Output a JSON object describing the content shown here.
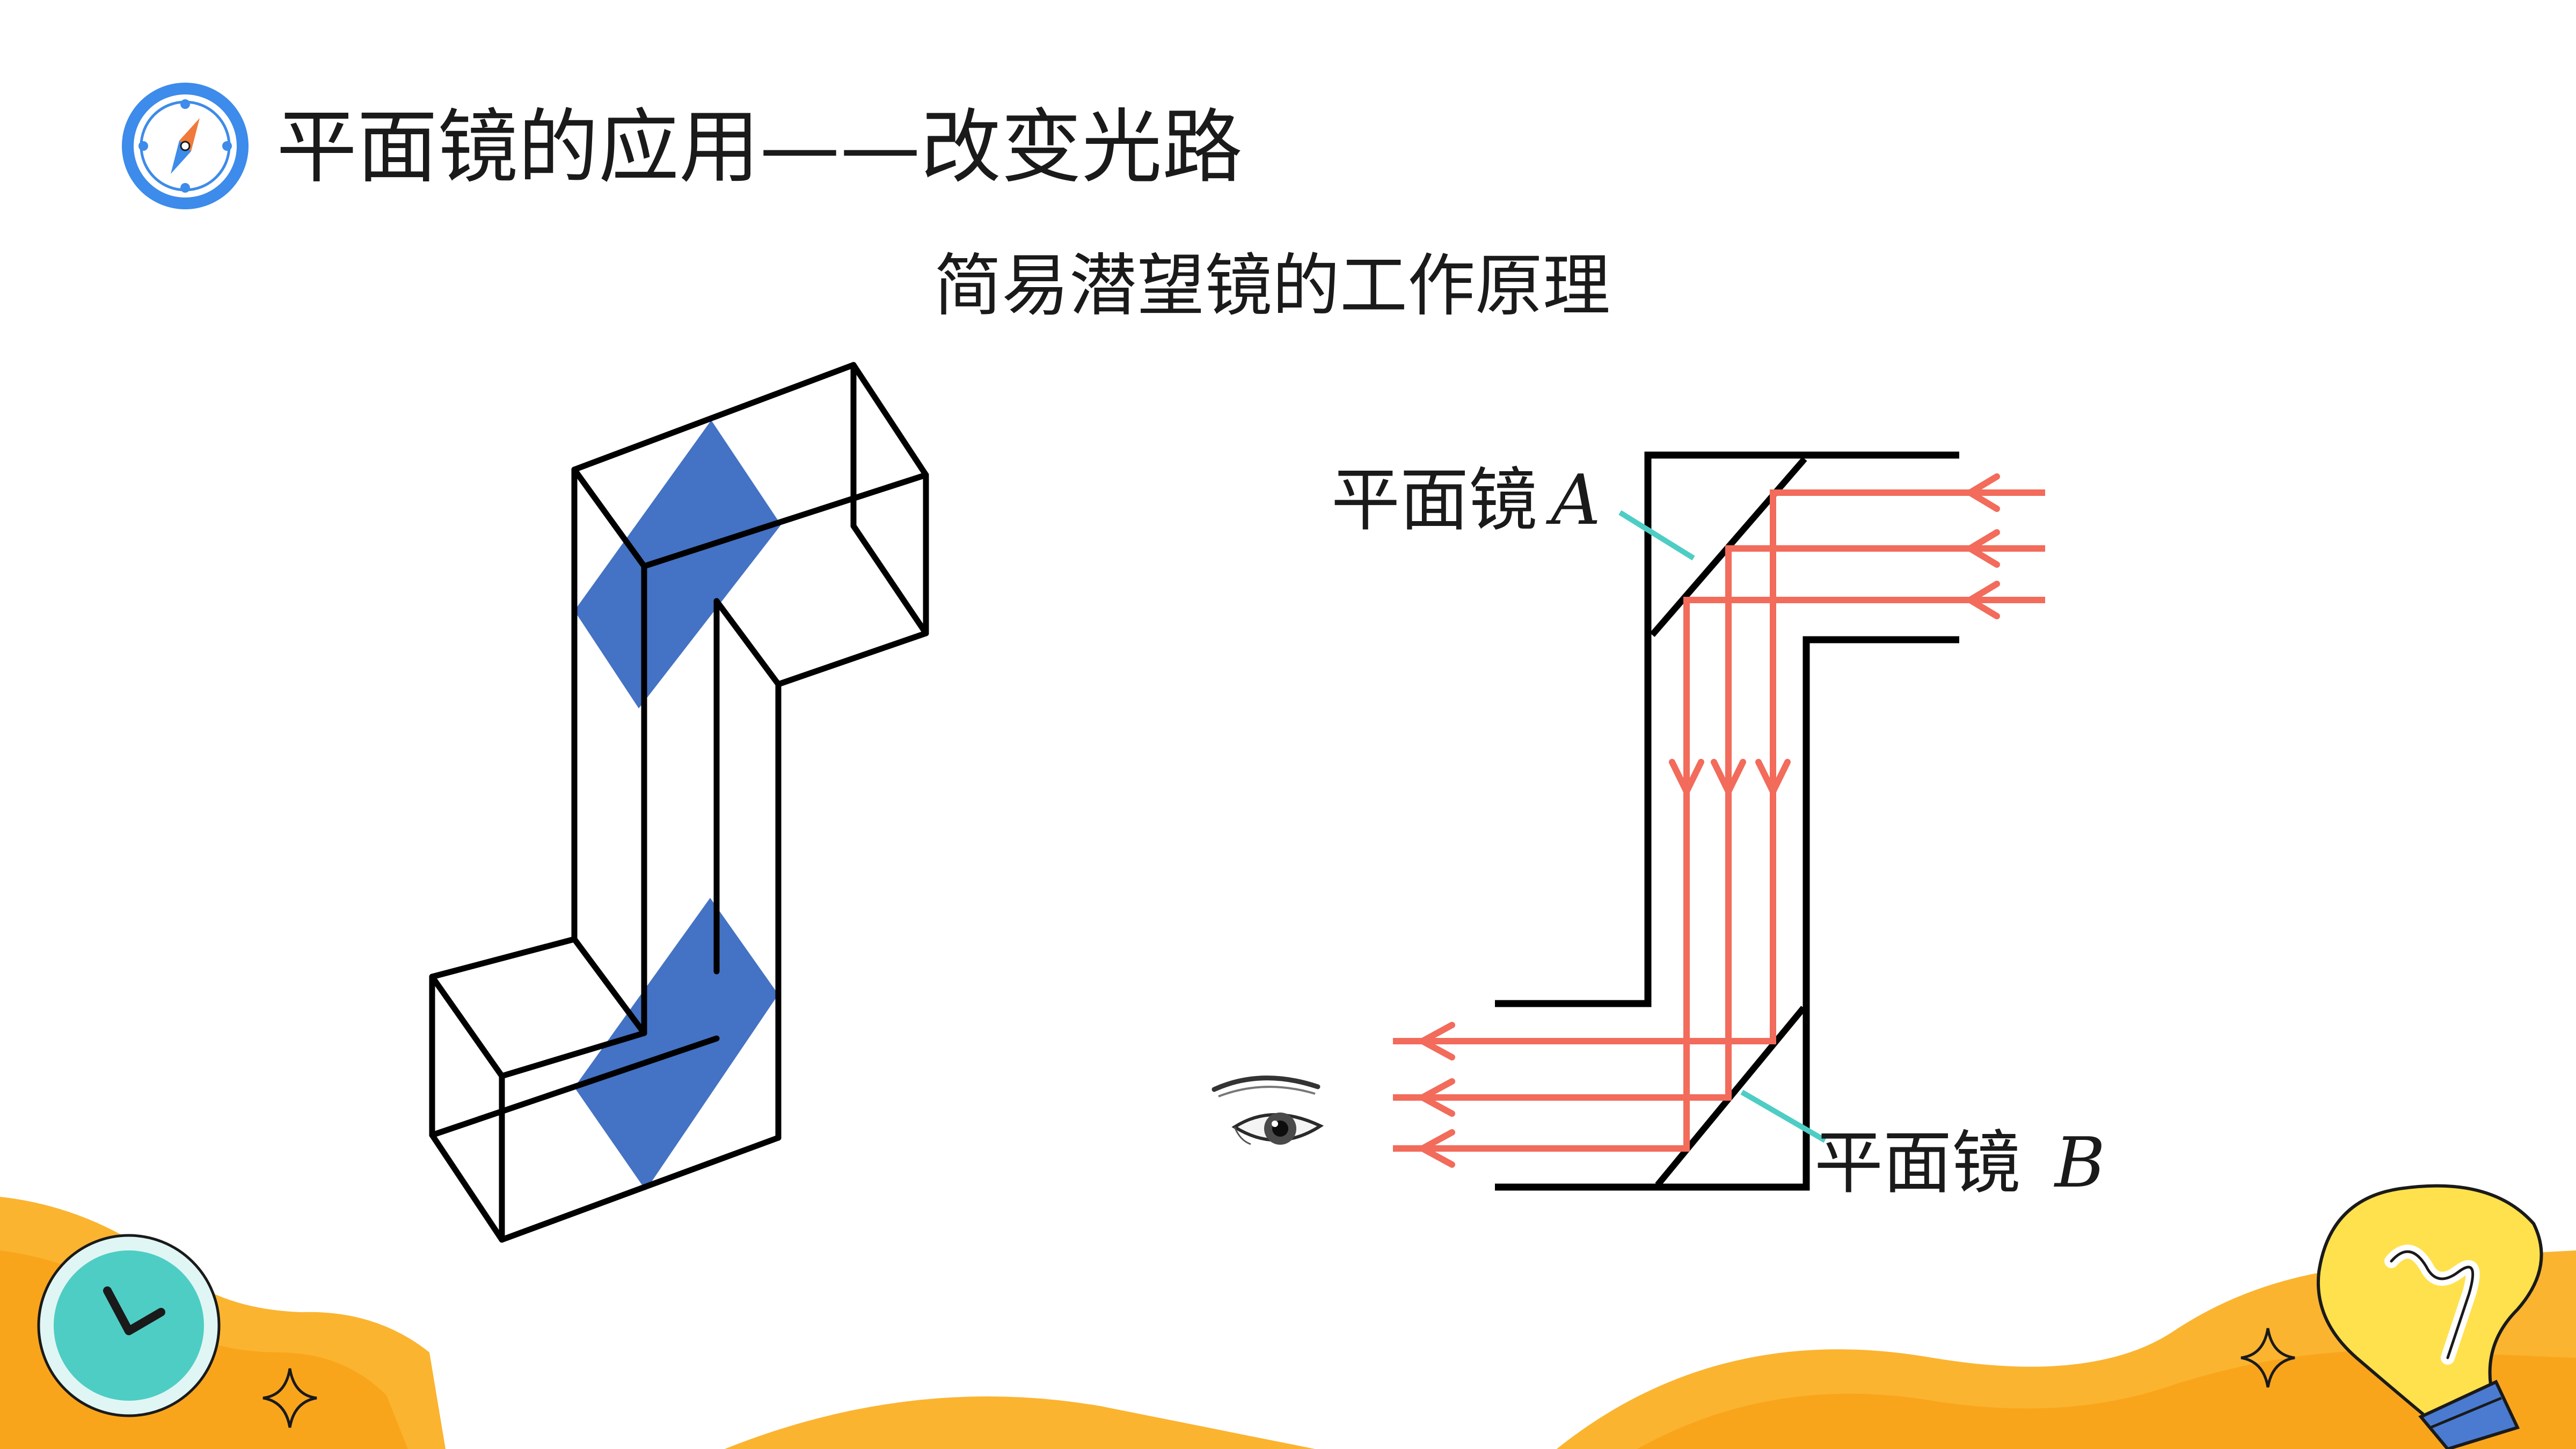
{
  "header": {
    "title": "平面镜的应用——改变光路",
    "subtitle": "简易潜望镜的工作原理",
    "title_icon": "compass-icon"
  },
  "periscope_3d": {
    "mirror_color": "#4472c4"
  },
  "ray_diagram": {
    "mirror_a": {
      "label": "平面镜",
      "var": "A"
    },
    "mirror_b": {
      "label": "平面镜",
      "var": "B"
    },
    "ray_color": "#f26b5b",
    "pointer_color": "#4ecdc4",
    "observer_icon": "eye-icon"
  },
  "decorations": {
    "clock_icon": "clock-icon",
    "lightbulb_icon": "lightbulb-icon",
    "sparkle_icon": "sparkle-icon",
    "accent_color": "#fbb430"
  }
}
